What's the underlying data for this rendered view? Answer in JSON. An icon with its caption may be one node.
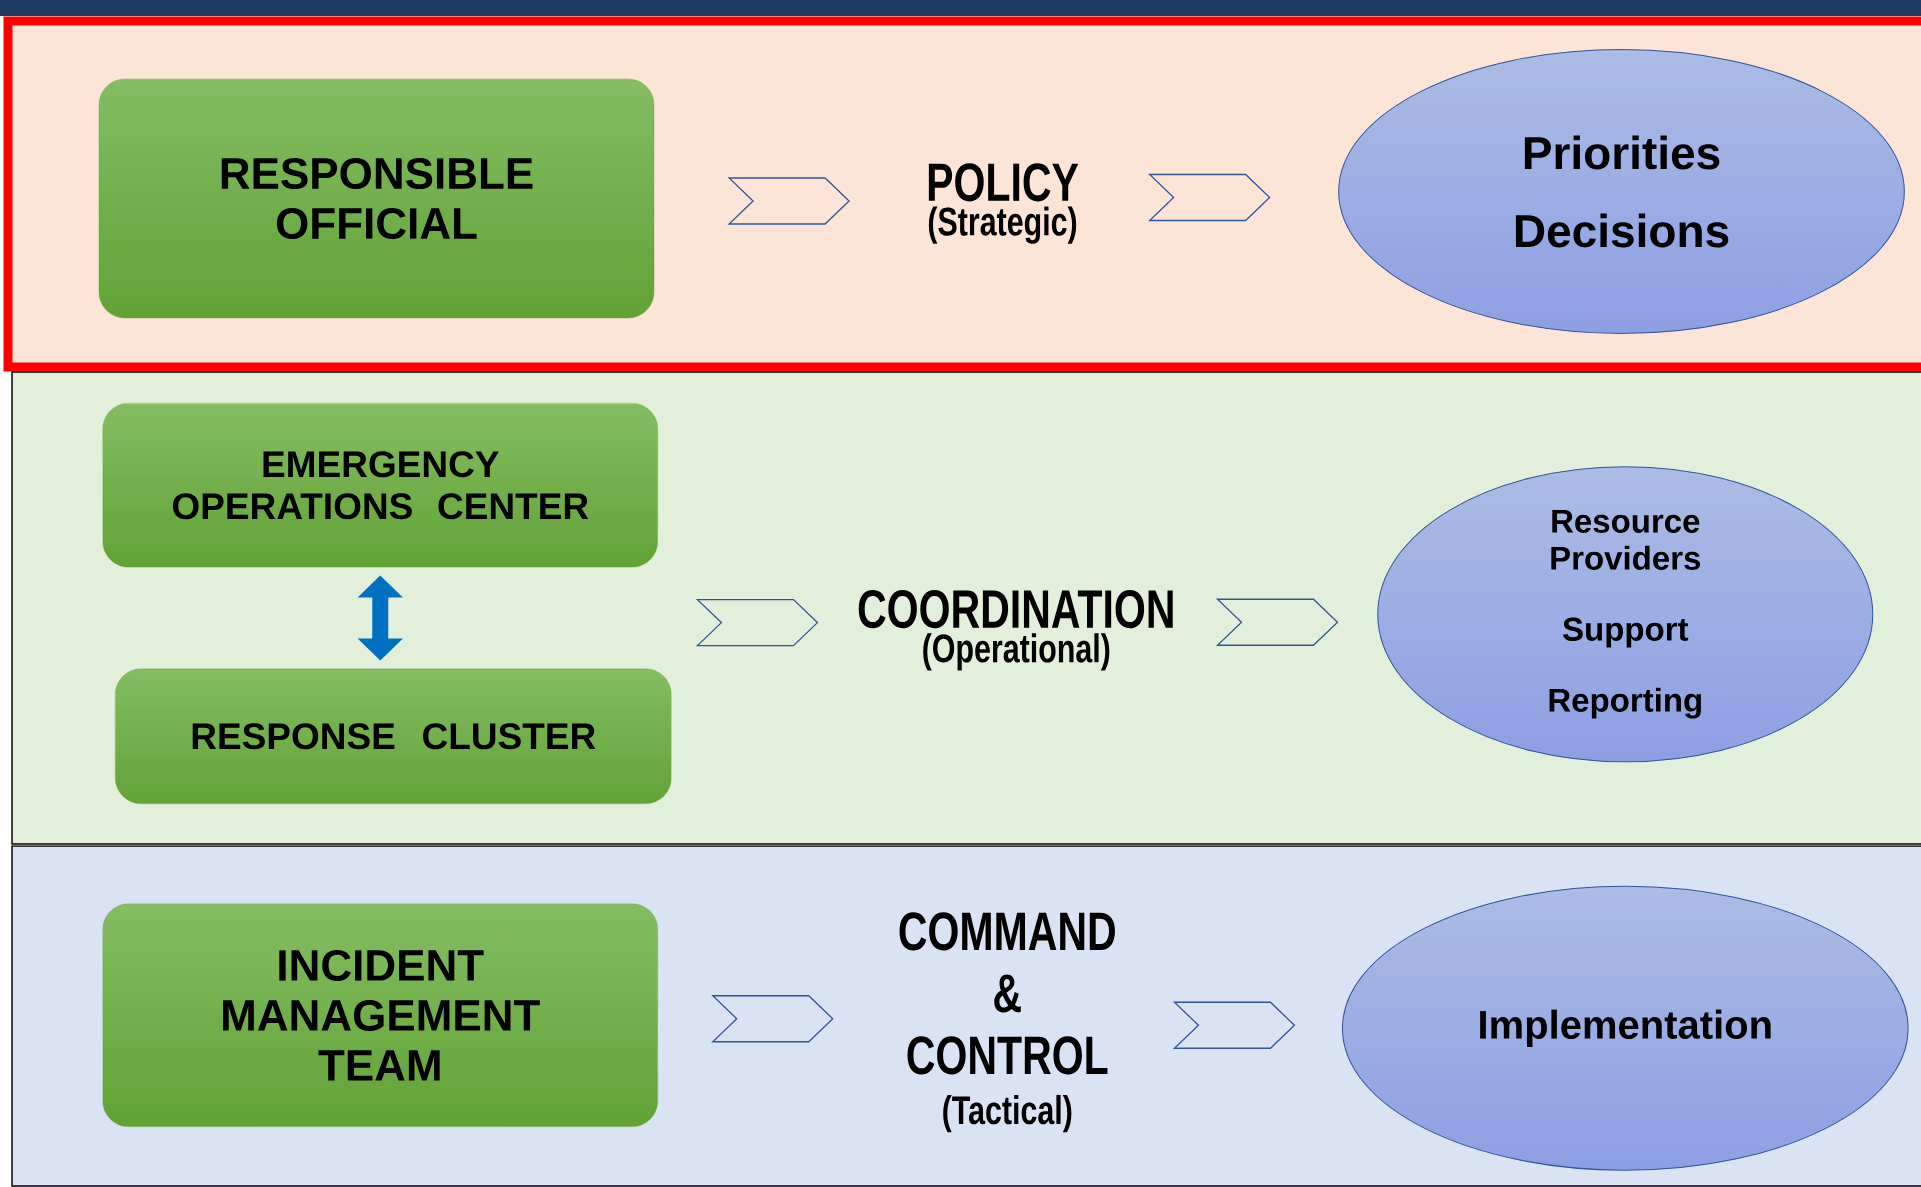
{
  "diagram": {
    "nodes": [
      {
        "text": [],
        "shape": "band"
      },
      {
        "text": [
          "RESPONSIBLE OFFICIAL"
        ],
        "in": 0
      },
      {
        "text": [
          "POLICY",
          "(Strategic)"
        ],
        "in": 0
      },
      {
        "text": [
          "Priorities",
          "Decisions"
        ],
        "in": 0
      },
      {
        "text": [],
        "shape": "band"
      },
      {
        "text": [
          "EMERGENCY OPERATIONS CENTER"
        ],
        "in": 4
      },
      {
        "text": [
          "RESPONSE CLUSTER"
        ],
        "in": 4
      },
      {
        "text": [
          "COORDINATION",
          "(Operational)"
        ],
        "in": 4
      },
      {
        "text": [
          "Resource Providers",
          "Support",
          "Reporting"
        ],
        "in": 4
      },
      {
        "text": [],
        "shape": "band"
      },
      {
        "text": [
          "INCIDENT MANAGEMENT TEAM"
        ],
        "in": 9
      },
      {
        "text": [
          "COMMAND & CONTROL",
          "(Tactical)"
        ],
        "in": 9
      },
      {
        "text": [
          "Implementation"
        ],
        "in": 9
      }
    ],
    "edges": [
      {
        "from": 1,
        "to": 2,
        "arrow": "to"
      },
      {
        "from": 2,
        "to": 3,
        "arrow": "to"
      },
      {
        "from": 5,
        "to": 6,
        "arrow": "both",
        "color": "#0070c0"
      },
      {
        "from": null,
        "to": 7,
        "arrow": "to"
      },
      {
        "from": 7,
        "to": 8,
        "arrow": "to"
      },
      {
        "from": 10,
        "to": 11,
        "arrow": "to"
      },
      {
        "from": 11,
        "to": 12,
        "arrow": "to"
      }
    ]
  }
}
